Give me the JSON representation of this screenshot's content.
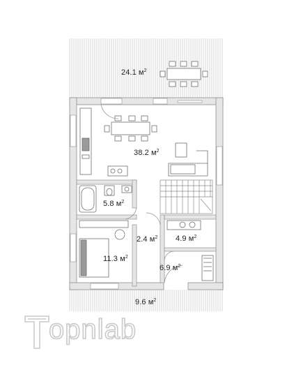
{
  "rooms": [
    {
      "id": "terrace-top",
      "area": "24.1 м",
      "unit_sup": "2"
    },
    {
      "id": "living-kitchen",
      "area": "38.2 м",
      "unit_sup": "2"
    },
    {
      "id": "bathroom",
      "area": "5.8 м",
      "unit_sup": "2"
    },
    {
      "id": "hall",
      "area": "2.4 м",
      "unit_sup": "2"
    },
    {
      "id": "utility",
      "area": "4.9 м",
      "unit_sup": "2"
    },
    {
      "id": "bedroom",
      "area": "11.3 м",
      "unit_sup": "2"
    },
    {
      "id": "entrance",
      "area": "6.9 м",
      "unit_sup": "2"
    },
    {
      "id": "terrace-bottom",
      "area": "9.6 м",
      "unit_sup": "2"
    }
  ],
  "logo": {
    "text": "opnlab",
    "full_name": "Topnlab"
  },
  "colors": {
    "wall": "#e6e6e6",
    "wall_edge": "#8f8f8f",
    "deck": "#bdbdbd",
    "furniture": "#6f6f6f",
    "logo": "#c9c9c9"
  }
}
